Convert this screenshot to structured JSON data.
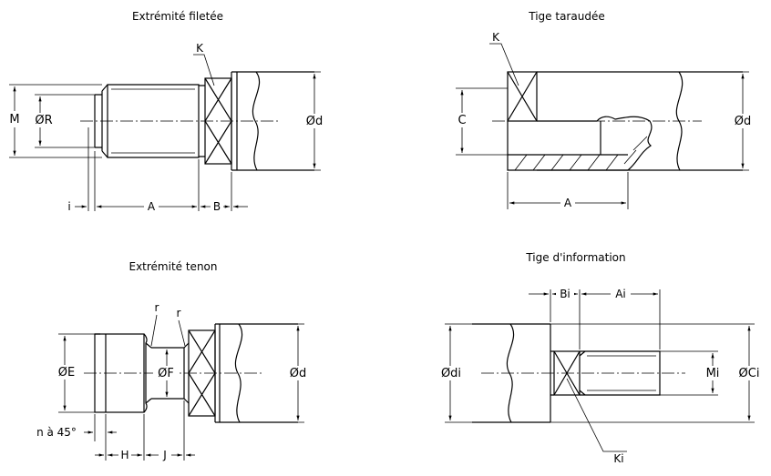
{
  "views": {
    "threaded_end": {
      "title": "Extrémité filetée",
      "labels": {
        "M": "M",
        "R": "ØR",
        "d": "Ød",
        "K": "K",
        "i": "i",
        "A": "A",
        "B": "B"
      }
    },
    "tapped_rod": {
      "title": "Tige taraudée",
      "labels": {
        "K": "K",
        "C": "C",
        "d": "Ød",
        "A": "A"
      }
    },
    "tenon_end": {
      "title": "Extrémité tenon",
      "labels": {
        "E": "ØE",
        "F": "ØF",
        "d": "Ød",
        "r1": "r",
        "r2": "r",
        "chamfer": "n à 45°",
        "H": "H",
        "J": "J"
      }
    },
    "info_rod": {
      "title": "Tige d'information",
      "labels": {
        "di": "Ødi",
        "Bi": "Bi",
        "Ai": "Ai",
        "Mi": "Mi",
        "Ci": "ØCi",
        "Ki": "Ki"
      }
    }
  }
}
